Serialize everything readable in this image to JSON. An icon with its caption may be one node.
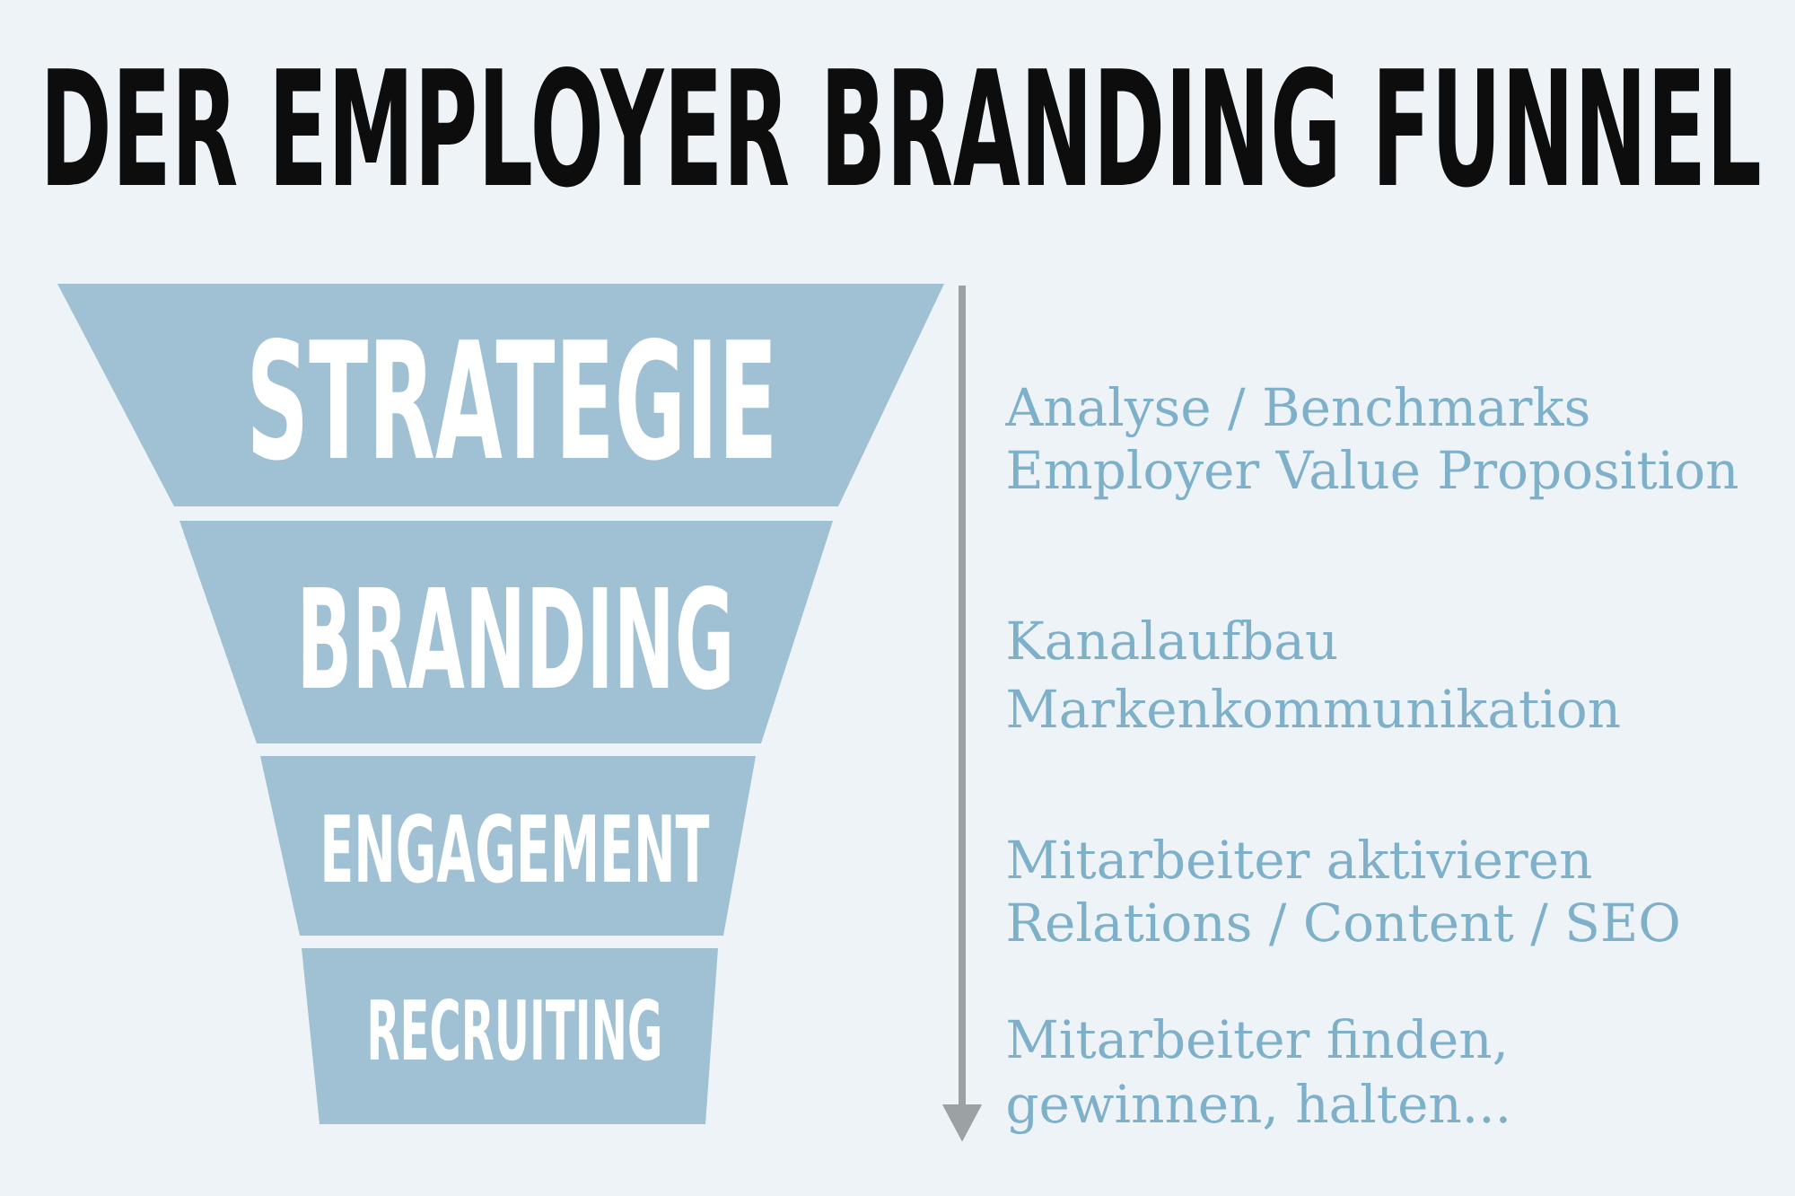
{
  "diagram": {
    "title": "DER EMPLOYER BRANDING FUNNEL",
    "nodes": [
      {
        "text": [
          "STRATEGIE"
        ]
      },
      {
        "text": [
          "BRANDING"
        ]
      },
      {
        "text": [
          "ENGAGEMENT"
        ]
      },
      {
        "text": [
          "RECRUITING"
        ]
      }
    ],
    "labels": [
      "Analyse / Benchmarks",
      "Employer Value Proposition",
      "Kanalaufbau",
      "Markenkommunikation",
      "Mitarbeiter aktivieren",
      "Relations / Content / SEO",
      "Mitarbeiter finden, gewinnen, halten..."
    ]
  }
}
